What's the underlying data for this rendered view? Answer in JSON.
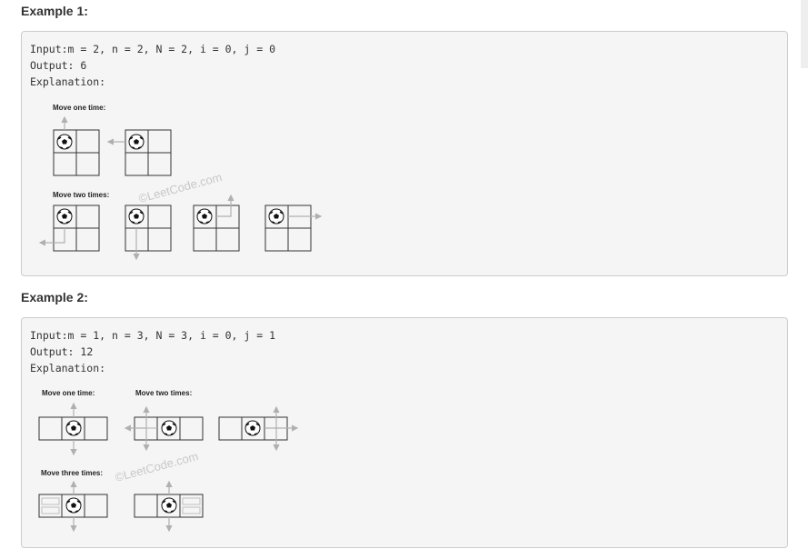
{
  "example1": {
    "heading": "Example 1:",
    "input_label": "Input:",
    "input_value": "m = 2, n = 2, N = 2, i = 0, j = 0",
    "output_label": "Output:",
    "output_value": "6",
    "explanation_label": "Explanation:",
    "diagram": {
      "caption_one": "Move one time:",
      "caption_two": "Move two times:",
      "watermark": "©LeetCode.com"
    }
  },
  "example2": {
    "heading": "Example 2:",
    "input_label": "Input:",
    "input_value": "m = 1, n = 3, N = 3, i = 0, j = 1",
    "output_label": "Output:",
    "output_value": "12",
    "explanation_label": "Explanation:",
    "diagram": {
      "caption_one": "Move one time:",
      "caption_two": "Move two times:",
      "caption_three": "Move three times:",
      "watermark": "©LeetCode.com"
    }
  },
  "colors": {
    "box_bg": "#f5f5f5",
    "box_border": "#cccccc",
    "arrow": "#b0b0b0",
    "grid": "#333333"
  }
}
